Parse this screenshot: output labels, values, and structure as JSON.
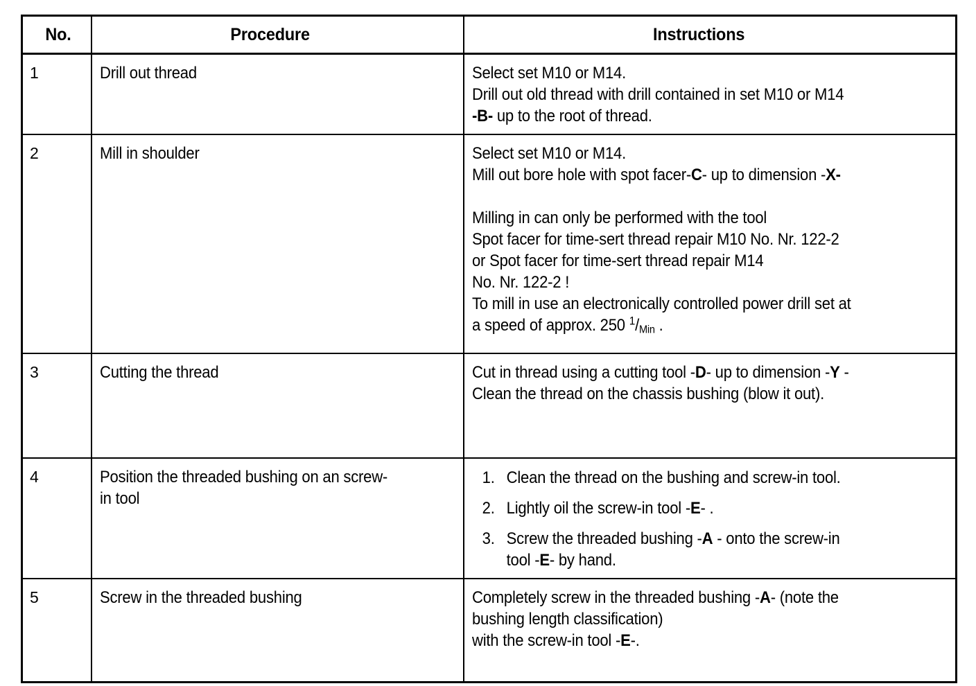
{
  "table": {
    "headers": {
      "no": "No.",
      "procedure": "Procedure",
      "instructions": "Instructions"
    },
    "rows": [
      {
        "no": "1",
        "procedure": "Drill out thread",
        "instruction_lines": [
          "Select set M10 or M14.",
          "Drill out old thread with drill contained in set M10 or M14",
          "-B- up to the root of thread."
        ],
        "instruction_parts": {
          "l1": "Select set M10 or M14.",
          "l2": "Drill out old thread with drill contained in set M10 or M14",
          "l3_ref": "-B-",
          "l3_rest": " up to the root of thread."
        }
      },
      {
        "no": "2",
        "procedure": "Mill in shoulder",
        "instruction_parts": {
          "l1": "Select set M10 or M14.",
          "l2_a": "Mill out bore hole with spot facer-",
          "l2_ref1": "C",
          "l2_b": "- up to dimension -",
          "l2_ref2": "X",
          "l2_c": "-",
          "l4": "Milling in can only be performed with the tool",
          "l5": "Spot facer for time-sert thread repair M10 No. Nr. 122-2",
          "l6": "or Spot facer for time-sert thread repair M14",
          "l7": "No. Nr. 122-2 !",
          "l8": "To mill in use an electronically controlled power drill set at",
          "l9_a": "a speed of approx. 250 ",
          "l9_num": "1",
          "l9_slash": "/",
          "l9_den": "Min",
          "l9_b": " ."
        }
      },
      {
        "no": "3",
        "procedure": "Cutting the thread",
        "instruction_parts": {
          "l1_a": "Cut in thread using a cutting tool -",
          "l1_ref1": "D",
          "l1_b": "- up to dimension -",
          "l1_ref2": "Y",
          "l1_c": " -",
          "l2": "Clean the thread on the chassis bushing (blow it out)."
        }
      },
      {
        "no": "4",
        "procedure": "Position the threaded bushing on an screw-in tool",
        "procedure_lines": [
          "Position the threaded bushing on an screw-",
          "in tool"
        ],
        "steps": [
          {
            "marker": "1.",
            "text": "Clean the thread on the bushing and screw-in tool."
          },
          {
            "marker": "2.",
            "prefix": "Lightly oil the screw-in tool -",
            "ref": "E",
            "suffix": "- ."
          },
          {
            "marker": "3.",
            "prefix": "Screw the threaded bushing -",
            "ref": "A",
            "mid": " - onto the screw-in",
            "line2_prefix": "tool -",
            "line2_ref": "E",
            "line2_suffix": "- by hand."
          }
        ]
      },
      {
        "no": "5",
        "procedure": "Screw in the threaded bushing",
        "instruction_parts": {
          "l1_a": "Completely screw in the threaded bushing -",
          "l1_ref": "A",
          "l1_b": "- (note the",
          "l2": "bushing length classification)",
          "l3_a": "with the screw-in tool -",
          "l3_ref": "E",
          "l3_b": "-."
        }
      }
    ]
  }
}
